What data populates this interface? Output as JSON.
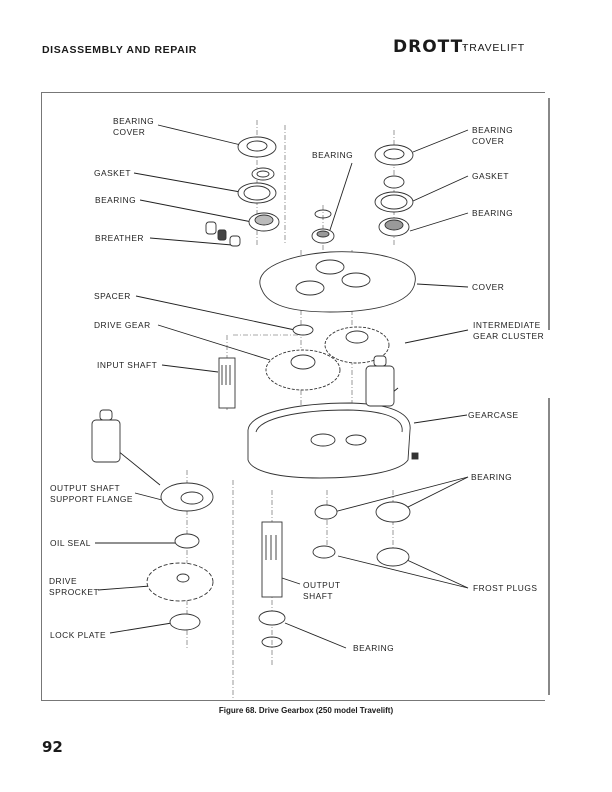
{
  "header": {
    "section_title": "DISASSEMBLY AND REPAIR",
    "brand": "DROTT",
    "brand_mark": "·",
    "product": "TRAVELIFT"
  },
  "figure": {
    "caption": "Figure 68. Drive Gearbox (250 model Travelift)",
    "labels": {
      "bearing_cover_left": "BEARING\nCOVER",
      "gasket_left": "GASKET",
      "bearing_left": "BEARING",
      "breather": "BREATHER",
      "bearing_center": "BEARING",
      "bearing_cover_right": "BEARING\nCOVER",
      "gasket_right": "GASKET",
      "bearing_right": "BEARING",
      "cover": "COVER",
      "spacer": "SPACER",
      "drive_gear": "DRIVE GEAR",
      "intermediate_gear_cluster": "INTERMEDIATE\nGEAR CLUSTER",
      "input_shaft": "INPUT SHAFT",
      "gearcase": "GEARCASE",
      "output_shaft_support_flange": "OUTPUT SHAFT\nSUPPORT FLANGE",
      "bearing_lower_right": "BEARING",
      "oil_seal": "OIL SEAL",
      "drive_sprocket": "DRIVE\nSPROCKET",
      "output_shaft": "OUTPUT\nSHAFT",
      "frost_plugs": "FROST PLUGS",
      "lock_plate": "LOCK PLATE",
      "bearing_bottom": "BEARING"
    }
  },
  "page_number": "92"
}
